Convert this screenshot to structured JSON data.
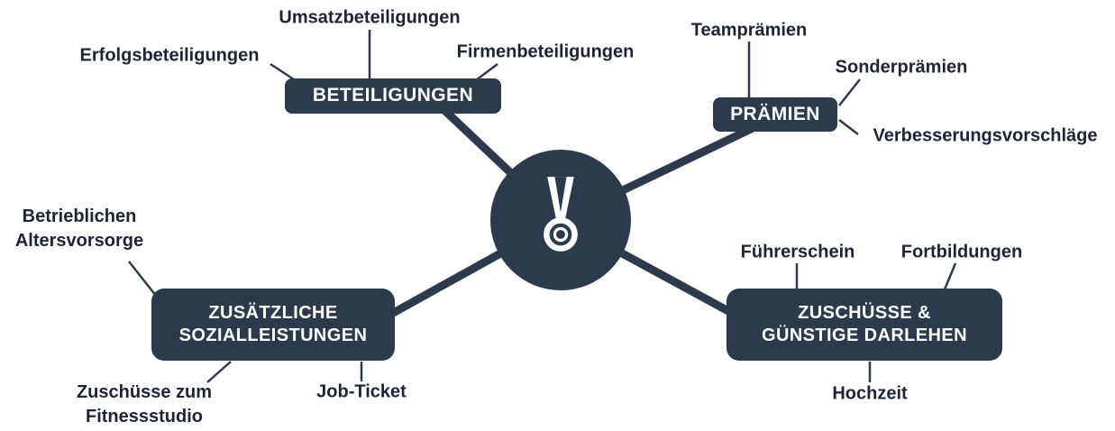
{
  "colors": {
    "node_bg": "#2d3a4d",
    "connector": "#2d3a4d",
    "leaf_text": "#1c2534",
    "node_text": "#ffffff",
    "background": "#ffffff"
  },
  "center": {
    "icon": "medal-icon"
  },
  "branches": [
    {
      "label": "BETEILIGUNGEN",
      "leaves": [
        "Erfolgsbeteiligungen",
        "Umsatzbeteiligungen",
        "Firmenbeteiligungen"
      ]
    },
    {
      "label": "PRÄMIEN",
      "leaves": [
        "Teamprämien",
        "Sonderprämien",
        "Verbesserungsvorschläge"
      ]
    },
    {
      "label": "ZUSÄTZLICHE SOZIALLEISTUNGEN",
      "leaves": [
        "Betrieblichen Altersvorsorge",
        "Zuschüsse zum Fitnessstudio",
        "Job-Ticket"
      ]
    },
    {
      "label": "ZUSCHÜSSE & GÜNSTIGE DARLEHEN",
      "leaves": [
        "Führerschein",
        "Fortbildungen",
        "Hochzeit"
      ]
    }
  ]
}
